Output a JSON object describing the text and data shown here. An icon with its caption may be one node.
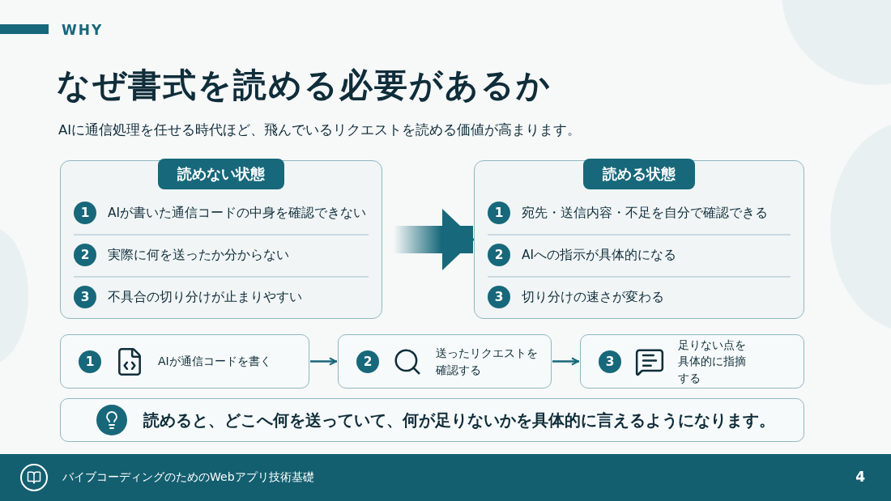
{
  "diagram": {
    "title": "なぜ書式を読める必要があるか",
    "nodes": [
      {
        "text": [
          "読めない状態",
          "1",
          "AIが書いた通信コードの中身を確認できない",
          "2",
          "実際に何を送ったか分からない",
          "3",
          "不具合の切り分けが止まりやすい"
        ]
      },
      {
        "text": [
          "読める状態",
          "1",
          "宛先・送信内容・不足を自分で確認できる",
          "2",
          "AIへの指示が具体的になる",
          "3",
          "切り分けの速さが変わる"
        ]
      },
      {
        "text": [
          "1",
          "AIが通信コードを書く"
        ]
      },
      {
        "text": [
          "2",
          "送ったリクエストを確認する"
        ]
      },
      {
        "text": [
          "3",
          "足りない点を具体的に指摘する"
        ]
      },
      {
        "text": [
          "読めると、どこへ何を送っていて、何が足りないかを具体的に言えるようになります。"
        ]
      }
    ],
    "edges": [
      {
        "from": 0,
        "to": 1,
        "arrow": "to",
        "style": "thick"
      },
      {
        "from": 2,
        "to": 3,
        "arrow": "to"
      },
      {
        "from": 3,
        "to": 4,
        "arrow": "to"
      }
    ],
    "labels": [
      "WHY",
      "AIに通信処理を任せる時代ほど、飛んでいるリクエストを読める価値が高まります。",
      "バイブコーディングのためのWebアプリ技術基礎",
      "4"
    ]
  }
}
